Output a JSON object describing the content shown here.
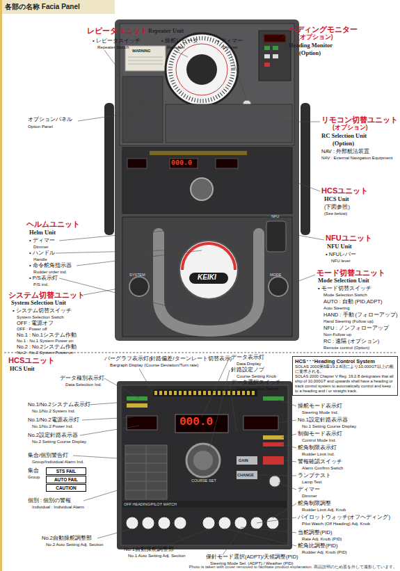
{
  "diagram": {
    "title": "各部の名称 Facia Panel",
    "caption": "Photo is taken with cover removed to facilitate product explanation. 商品説明のため蓋を外して撮影しています。",
    "nodes": [
      {
        "text": [
          "HCS･･･Heading Control System",
          "SOLAS 2000第5章19.2.8項により10,000GT以上の船に要求される。",
          "SOLAS 2000 Chapter V Reg. 19.2.8 designates that all ship of 10,000GT and upwards shall have a heading or track control system to automatically control and keep to a heading and / or straight track."
        ]
      },
      {
        "text": [
          "STS FAIL"
        ]
      },
      {
        "text": [
          "AUTO FAIL"
        ]
      },
      {
        "text": [
          "CAUTION"
        ]
      }
    ],
    "labels": [
      "レピータユニット",
      "Repeater Unit",
      "• レピータスイッチ",
      "Repeater Switch",
      "• 操舵レピータ",
      "Repeater",
      "• ディマー",
      "Dimmer",
      "ヘディングモニター",
      "(オプション)",
      "Heading Monitor",
      "(Option)",
      "オプションパネル",
      "Option Panel",
      "リモコン切替ユニット",
      "(オプション)",
      "RC Selection Unit",
      "(Option)",
      "NAV : 外部航法装置",
      "NAV : External Navigation Equipment",
      "HCSユニット",
      "HCS Unit",
      "(下図参照)",
      "(See below)",
      "ヘルムユニット",
      "Helm Unit",
      "• ディマー",
      "Dimmer",
      "• ハンドル",
      "Handle",
      "• 命令舵角指示器",
      "Rudder order ind.",
      "• P/S表示灯",
      "P/S ind.",
      "NFUユニット",
      "NFU Unit",
      "• NFUレバー",
      "NFU lever",
      "モード切替ユニット",
      "Mode Selection Unit",
      "• モード切替スイッチ",
      "Mode Selection Switch",
      "AUTO : 自動 (PID,ADPT)",
      "Auto Steering",
      "HAND : 手動 (フォローアップ)",
      "Hand Steering (Follow up)",
      "NFU : ノンフォローアップ",
      "Non-Follow up",
      "RC : 遠隔 (オプション)",
      "Remote control (Option)",
      "システム切替ユニット",
      "System Selection Unit",
      "• システム切替スイッチ",
      "System Selection Switch",
      "OFF : 電源オフ",
      "OFF : Power off",
      "No.1 : No.1システム作動",
      "No.1 : No.1 System Power on",
      "No.2 : No.2システム作動",
      "No.2 : No.2 System Power on",
      "HCSユニット",
      "HCS Unit",
      "バーグラフ表示灯(針路偏差/ターンレート切替表示)",
      "Bargraph Display (Course Deviation/Turn rate)",
      "データ表示灯",
      "Data Display",
      "針路設定ノブ",
      "Course Setting Knob",
      "データ選択スイッチ",
      "Data Selection Switch",
      "データ種別表示灯",
      "Data Selection Ind.",
      "No.1/No.2システム表示灯",
      "No.1/No.2 System Ind.",
      "No.1/No.2電源表示灯",
      "No.1/No.2 Power Ind.",
      "No.2設定針路表示器",
      "No.2 Setting Course Display.",
      "集合/個別警告灯",
      "Group/Individual Alarm Ind.",
      "集合",
      "Group",
      "個別 : 個別の警報",
      "Individual : Individual Alarm",
      "No.2自動操舵調整部",
      "No.2 Auto Setting Adj. Section",
      "No.1自動操舵調整部",
      "No.1 Auto Setting Adj. Section",
      "保針モード選択(ADPT)/天候調整(PID)",
      "Steering Mode Sel. (ADPT) / Weather (PID)",
      "操舵モード表示灯",
      "Steering Mode Ind.",
      "No.1設定針路表示器",
      "No.1 Setting Course Display.",
      "制御モード表示灯",
      "Control Mode Ind.",
      "舵角制限表示灯",
      "Rudder Limit Ind.",
      "警報確認スイッチ",
      "Alarm Confirm Switch",
      "ランプテスト",
      "Lamp Test",
      "ディマー",
      "Dimmer",
      "舵角制限調整",
      "Rudder Limit Adj. Knob",
      "パイロットウォッチ(オフヘディング)",
      "Pilot Watch (Off Heading) Adj. Knob",
      "当舵調整(PID)",
      "Rate Adj. Knob (PID)",
      "舵角比調整(PID)",
      "Rudder Adj. Knob (PID)",
      "WARNING",
      "KEIKI",
      "SYSTEM",
      "MODE",
      "NFU",
      "000.0",
      "000.0",
      "COURSE SET",
      "GAIN",
      "CHANGE",
      "OFF HEADING/PILOT WATCH"
    ]
  }
}
